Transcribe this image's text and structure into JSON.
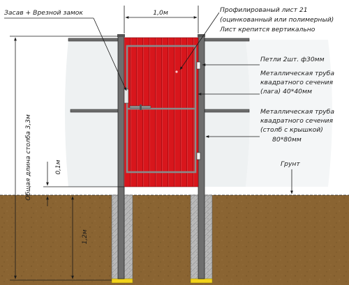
{
  "labels": {
    "lock": "Засав + Врезной замок",
    "sheet_line1": "Профилированый лист 21",
    "sheet_line2": "(оцинкованный или полимерный)",
    "sheet_line3": "Лист крепится вертикально",
    "hinges": "Петли 2шт. ф30мм",
    "frame_line1": "Металлическая труба",
    "frame_line2": "квадратного сечения",
    "frame_line3": "(лага) 40*40мм",
    "post_line1": "Металлическая труба",
    "post_line2": "квадратного сечения",
    "post_line3": "(столб с крышкой)",
    "post_line4": "80*80мм",
    "ground": "Грунт"
  },
  "dimensions": {
    "width": "1,0м",
    "total_post_length": "Общая длина столба 3,3м",
    "clearance": "0,1м",
    "embed_depth": "1,2м"
  },
  "colors": {
    "sheet": "#d8161c",
    "sheet_rib": "#b00c12",
    "soil": "#8a6432",
    "fence_band": "#eef1f2",
    "concrete": "#b9b9b9",
    "post": "#6e6e6e",
    "footing": "#f2d21a"
  }
}
